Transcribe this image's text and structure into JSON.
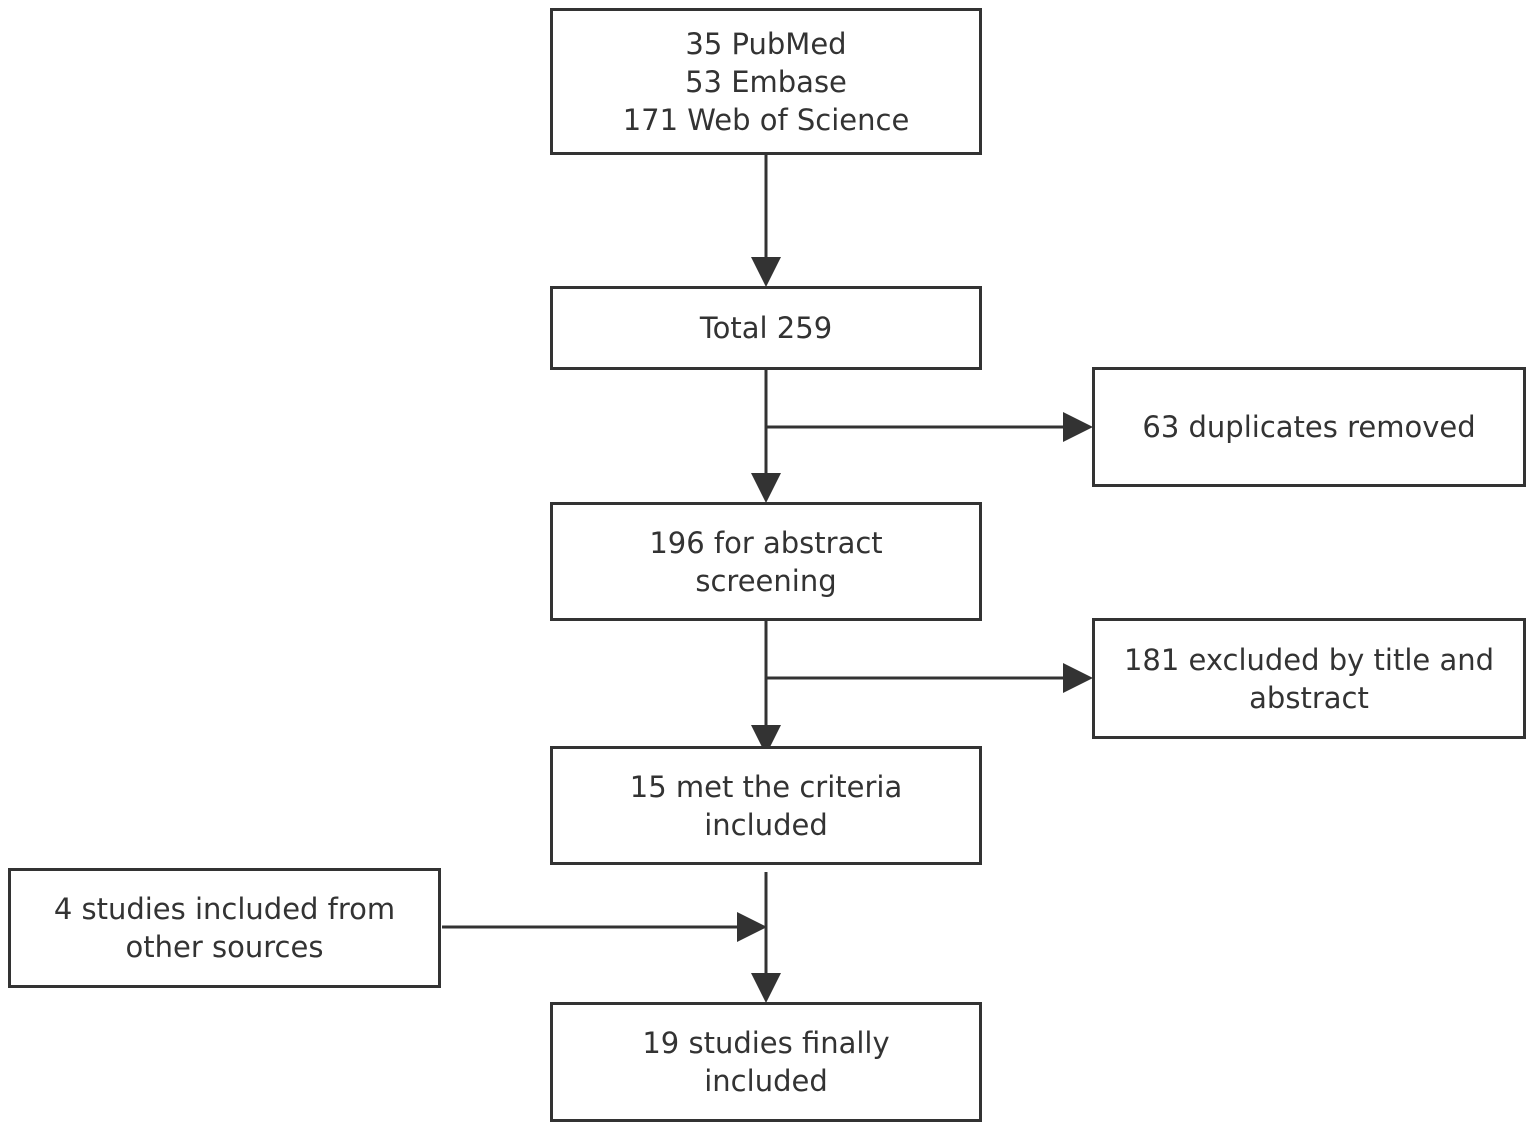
{
  "flowchart": {
    "sources": {
      "line1": "35 PubMed",
      "line2": "53 Embase",
      "line3": "171 Web of Science"
    },
    "total": {
      "line1": "Total 259"
    },
    "duplicates": {
      "line1": "63 duplicates removed"
    },
    "screening": {
      "line1": "196 for abstract",
      "line2": "screening"
    },
    "excluded": {
      "line1": "181 excluded by title and",
      "line2": "abstract"
    },
    "criteria": {
      "line1": "15 met the criteria",
      "line2": "included"
    },
    "other_sources": {
      "line1": "4 studies included from",
      "line2": "other sources"
    },
    "final": {
      "line1": "19 studies finally",
      "line2": "included"
    }
  },
  "colors": {
    "stroke": "#333333",
    "text": "#333333",
    "background": "#ffffff"
  }
}
